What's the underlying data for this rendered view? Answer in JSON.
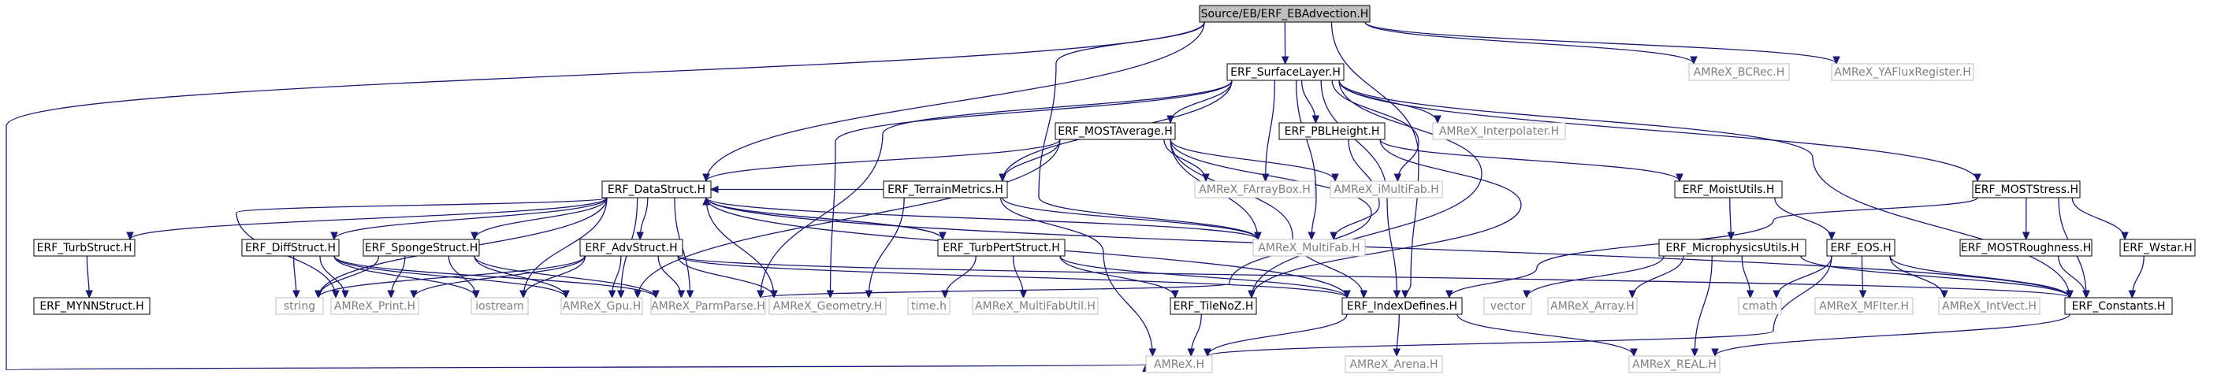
{
  "colors": {
    "edge": "#191970",
    "root_fill": "#bfbfbf",
    "sys_stroke": "#bfbfbf",
    "sys_text": "#7f7f7f"
  },
  "nodes": [
    {
      "id": "root",
      "label": "Source/EB/ERF_EBAdvection.H",
      "kind": "root"
    },
    {
      "id": "surf",
      "label": "ERF_SurfaceLayer.H",
      "kind": "loc"
    },
    {
      "id": "bcrec",
      "label": "AMReX_BCRec.H",
      "kind": "sys"
    },
    {
      "id": "yaflux",
      "label": "AMReX_YAFluxRegister.H",
      "kind": "sys"
    },
    {
      "id": "mostavg",
      "label": "ERF_MOSTAverage.H",
      "kind": "loc"
    },
    {
      "id": "pbl",
      "label": "ERF_PBLHeight.H",
      "kind": "loc"
    },
    {
      "id": "interp",
      "label": "AMReX_Interpolater.H",
      "kind": "sys"
    },
    {
      "id": "ds",
      "label": "ERF_DataStruct.H",
      "kind": "loc"
    },
    {
      "id": "terrain",
      "label": "ERF_TerrainMetrics.H",
      "kind": "loc"
    },
    {
      "id": "farray",
      "label": "AMReX_FArrayBox.H",
      "kind": "sys"
    },
    {
      "id": "imf",
      "label": "AMReX_iMultiFab.H",
      "kind": "sys"
    },
    {
      "id": "moist",
      "label": "ERF_MoistUtils.H",
      "kind": "loc"
    },
    {
      "id": "moststress",
      "label": "ERF_MOSTStress.H",
      "kind": "loc"
    },
    {
      "id": "turb",
      "label": "ERF_TurbStruct.H",
      "kind": "loc"
    },
    {
      "id": "diff",
      "label": "ERF_DiffStruct.H",
      "kind": "loc"
    },
    {
      "id": "sponge",
      "label": "ERF_SpongeStruct.H",
      "kind": "loc"
    },
    {
      "id": "adv",
      "label": "ERF_AdvStruct.H",
      "kind": "loc"
    },
    {
      "id": "turbpert",
      "label": "ERF_TurbPertStruct.H",
      "kind": "loc"
    },
    {
      "id": "multifab",
      "label": "AMReX_MultiFab.H",
      "kind": "sys"
    },
    {
      "id": "micro",
      "label": "ERF_MicrophysicsUtils.H",
      "kind": "loc"
    },
    {
      "id": "eos",
      "label": "ERF_EOS.H",
      "kind": "loc"
    },
    {
      "id": "mostrough",
      "label": "ERF_MOSTRoughness.H",
      "kind": "loc"
    },
    {
      "id": "wstar",
      "label": "ERF_Wstar.H",
      "kind": "loc"
    },
    {
      "id": "mynn",
      "label": "ERF_MYNNStruct.H",
      "kind": "loc"
    },
    {
      "id": "string",
      "label": "string",
      "kind": "sys"
    },
    {
      "id": "print",
      "label": "AMReX_Print.H",
      "kind": "sys"
    },
    {
      "id": "iostream",
      "label": "iostream",
      "kind": "sys"
    },
    {
      "id": "gpu",
      "label": "AMReX_Gpu.H",
      "kind": "sys"
    },
    {
      "id": "parm",
      "label": "AMReX_ParmParse.H",
      "kind": "sys"
    },
    {
      "id": "geom",
      "label": "AMReX_Geometry.H",
      "kind": "sys"
    },
    {
      "id": "time",
      "label": "time.h",
      "kind": "sys"
    },
    {
      "id": "mfutil",
      "label": "AMReX_MultiFabUtil.H",
      "kind": "sys"
    },
    {
      "id": "tilenoz",
      "label": "ERF_TileNoZ.H",
      "kind": "loc"
    },
    {
      "id": "idx",
      "label": "ERF_IndexDefines.H",
      "kind": "loc"
    },
    {
      "id": "vector",
      "label": "vector",
      "kind": "sys"
    },
    {
      "id": "array",
      "label": "AMReX_Array.H",
      "kind": "sys"
    },
    {
      "id": "cmath",
      "label": "cmath",
      "kind": "sys"
    },
    {
      "id": "mfiter",
      "label": "AMReX_MFIter.H",
      "kind": "sys"
    },
    {
      "id": "intvect",
      "label": "AMReX_IntVect.H",
      "kind": "sys"
    },
    {
      "id": "consts",
      "label": "ERF_Constants.H",
      "kind": "loc"
    },
    {
      "id": "amrex",
      "label": "AMReX.H",
      "kind": "sys"
    },
    {
      "id": "arena",
      "label": "AMReX_Arena.H",
      "kind": "sys"
    },
    {
      "id": "real",
      "label": "AMReX_REAL.H",
      "kind": "sys"
    }
  ]
}
